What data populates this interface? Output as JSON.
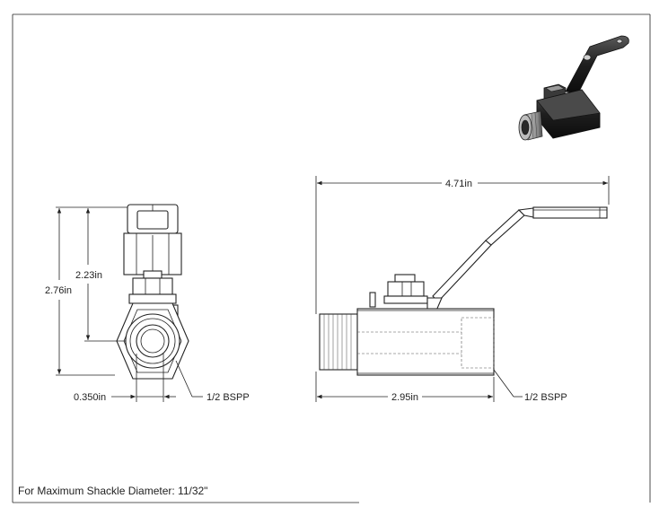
{
  "dimensions": {
    "front_overall_height": "2.76in",
    "front_height_to_center": "2.23in",
    "front_bore_width": "0.350in",
    "front_thread_callout": "1/2 BSPP",
    "side_overall_length": "4.71in",
    "side_body_length": "2.95in",
    "side_thread_callout": "1/2 BSPP"
  },
  "note": "For Maximum Shackle Diameter: 11/32\"",
  "colors": {
    "line": "#222222",
    "render_dark": "#1e1e1e",
    "render_mid": "#6a6a6a",
    "render_light": "#cfcfcf"
  }
}
